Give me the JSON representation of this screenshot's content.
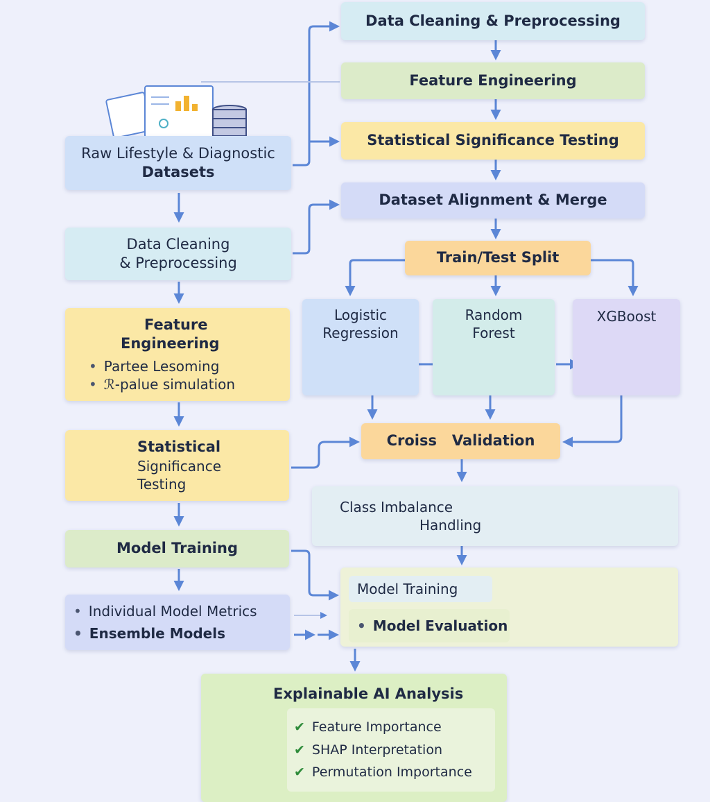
{
  "right_column": {
    "data_cleaning": "Data Cleaning & Preprocessing",
    "feature_engineering": "Feature Engineering",
    "statistical_testing": "Statistical Significance Testing",
    "dataset_alignment": "Dataset Alignment & Merge",
    "train_test_split": "Train/Test Split",
    "logistic_regression": [
      "Logistic",
      "Regression"
    ],
    "random_forest": [
      "Random",
      "Forest"
    ],
    "xgboost": "XGBoost",
    "cross_validation": "Croiss   Validation",
    "class_imbalance": [
      "Class Imbalance",
      "Handling"
    ],
    "model_training": "Model Training",
    "model_evaluation": "Model Evaluation"
  },
  "left_column": {
    "raw_datasets": [
      "Raw Lifestyle & Diagnostic",
      "Datasets"
    ],
    "data_cleaning": [
      "Data Cleaning",
      "& Preprocessing"
    ],
    "feature_engineering": {
      "title": [
        "Feature",
        "Engineering"
      ],
      "bullets": [
        "Partee Lesoming",
        "ℛ-palue simulation"
      ]
    },
    "statistical_testing": [
      "Statistical",
      "Significance",
      "Testing"
    ],
    "model_training": "Model Training",
    "metrics": [
      "Individual Model Metrics",
      "Ensemble Models"
    ]
  },
  "explainable": {
    "title": "Explainable AI Analysis",
    "items": [
      "Feature Importance",
      "SHAP Interpretation",
      "Permutation Importance"
    ]
  },
  "colors": {
    "arrow": "#5b86d6",
    "check": "#2e8b3a"
  }
}
